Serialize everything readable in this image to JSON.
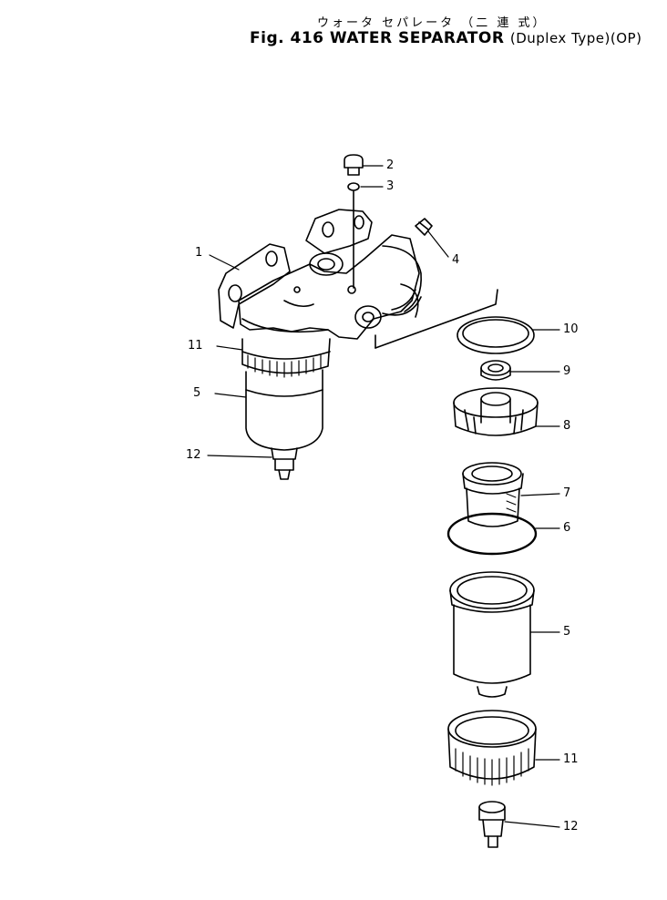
{
  "title": {
    "japanese": "ウォータ セパレータ （二 連 式）",
    "figure": "Fig. 416",
    "name": "WATER SEPARATOR",
    "type": "(Duplex Type)",
    "option": "(OP)"
  },
  "callouts": [
    {
      "id": "c1",
      "label": "1"
    },
    {
      "id": "c2",
      "label": "2"
    },
    {
      "id": "c3",
      "label": "3"
    },
    {
      "id": "c4",
      "label": "4"
    },
    {
      "id": "c5a",
      "label": "5"
    },
    {
      "id": "c5b",
      "label": "5"
    },
    {
      "id": "c6",
      "label": "6"
    },
    {
      "id": "c7",
      "label": "7"
    },
    {
      "id": "c8",
      "label": "8"
    },
    {
      "id": "c9",
      "label": "9"
    },
    {
      "id": "c10",
      "label": "10"
    },
    {
      "id": "c11a",
      "label": "11"
    },
    {
      "id": "c11b",
      "label": "11"
    },
    {
      "id": "c12a",
      "label": "12"
    },
    {
      "id": "c12b",
      "label": "12"
    }
  ],
  "colors": {
    "ink": "#000000",
    "paper": "#ffffff"
  }
}
